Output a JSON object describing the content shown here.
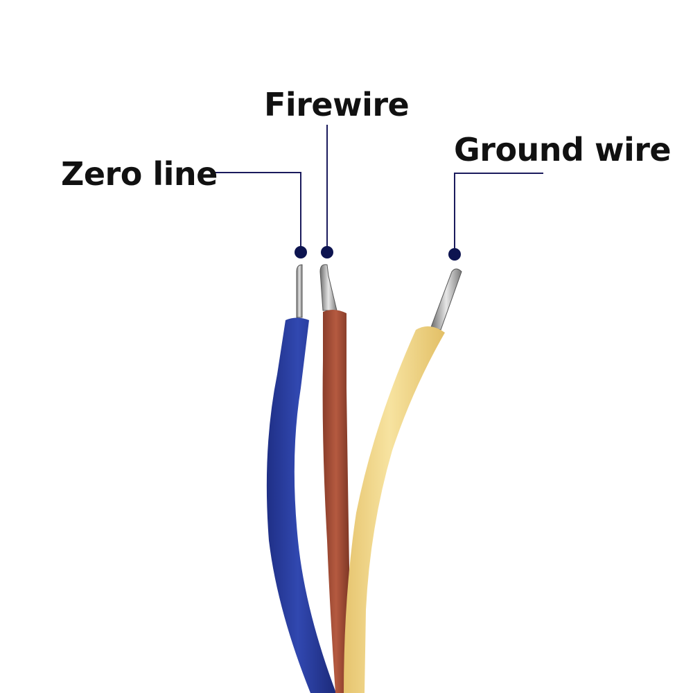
{
  "labels": {
    "zero_line": "Zero line",
    "firewire": "Firewire",
    "ground_wire": "Ground wire"
  },
  "colors": {
    "background": "#ffffff",
    "leader": "#1a1a5c",
    "marker": "#0d1450",
    "wire_blue": "#2a3fa0",
    "wire_brown": "#a8503a",
    "wire_yellow": "#f2d98a",
    "conductor": "#9a9a9a"
  }
}
